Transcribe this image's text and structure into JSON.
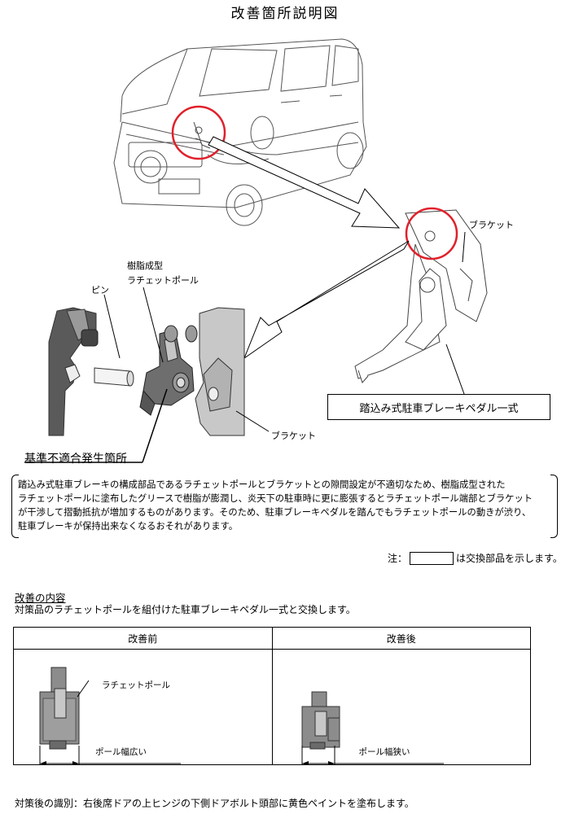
{
  "title": "改善箇所説明図",
  "labels": {
    "bracket_top": "ブラケット",
    "resin_line1": "樹脂成型",
    "resin_line2": "ラチェットポール",
    "pin": "ピン",
    "bracket_bottom": "ブラケット",
    "pedal_assembly": "踏込み式駐車ブレーキペダル一式",
    "defect_location": "基準不適合発生箇所"
  },
  "description": [
    "踏込み式駐車ブレーキの構成部品であるラチェットポールとブラケットとの隙間設定が不適切なため、樹脂成型された",
    "ラチェットポールに塗布したグリースで樹脂が膨潤し、炎天下の駐車時に更に膨張するとラチェットポール端部とブラケット",
    "が干渉して摺動抵抗が増加するものがあります。そのため、駐車ブレーキペダルを踏んでもラチェットポールの動きが渋り、",
    "駐車ブレーキが保持出来なくなるおそれがあります。"
  ],
  "note": {
    "prefix": "注：",
    "suffix": "は交換部品を示します。"
  },
  "kaizen": {
    "heading": "改善の内容",
    "text": "対策品のラチェットポールを組付けた駐車ブレーキペダル一式と交換します。"
  },
  "comparison": {
    "before_header": "改善前",
    "after_header": "改善後",
    "ratchet_label": "ラチェットポール",
    "before_width_label": "ポール幅広い",
    "after_width_label": "ポール幅狭い"
  },
  "footer": "対策後の識別：右後席ドアの上ヒンジの下側ドアボルト頭部に黄色ペイントを塗布します。",
  "colors": {
    "highlight_circle": "#e0202a",
    "part_dark": "#555555",
    "part_mid": "#8c8c8c",
    "part_light": "#c8c8c8"
  }
}
